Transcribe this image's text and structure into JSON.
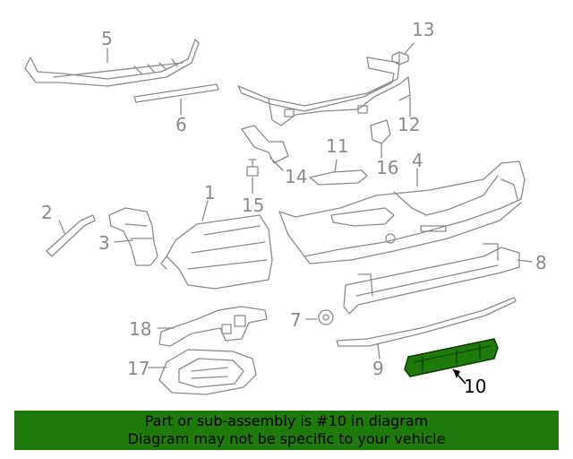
{
  "callouts": [
    {
      "id": "c1",
      "text": "1"
    },
    {
      "id": "c2",
      "text": "2"
    },
    {
      "id": "c3",
      "text": "3"
    },
    {
      "id": "c4",
      "text": "4"
    },
    {
      "id": "c5",
      "text": "5"
    },
    {
      "id": "c6",
      "text": "6"
    },
    {
      "id": "c7",
      "text": "7"
    },
    {
      "id": "c8",
      "text": "8"
    },
    {
      "id": "c9",
      "text": "9"
    },
    {
      "id": "c10",
      "text": "10"
    },
    {
      "id": "c11",
      "text": "11"
    },
    {
      "id": "c12",
      "text": "12"
    },
    {
      "id": "c13",
      "text": "13"
    },
    {
      "id": "c14",
      "text": "14"
    },
    {
      "id": "c15",
      "text": "15"
    },
    {
      "id": "c16",
      "text": "16"
    },
    {
      "id": "c17",
      "text": "17"
    },
    {
      "id": "c18",
      "text": "18"
    }
  ],
  "highlight": {
    "part": "10",
    "color": "#1e7a0a"
  },
  "banner": {
    "line1": "Part or sub-assembly is #10 in diagram",
    "line2": "Diagram may not be specific to your vehicle",
    "color": "#1e7a0a"
  }
}
